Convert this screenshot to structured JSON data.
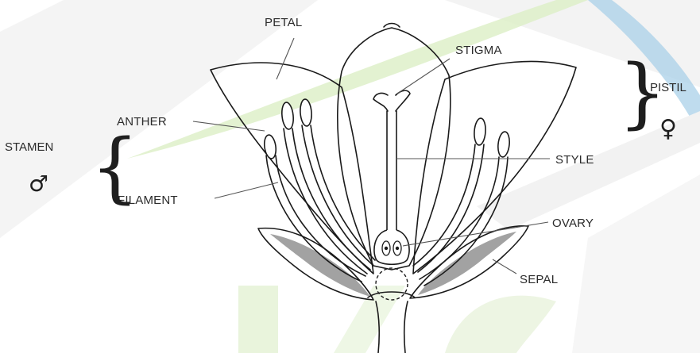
{
  "diagram": {
    "labels": {
      "petal": "PETAL",
      "stigma": "STIGMA",
      "pistil": "PISTIL",
      "stamen": "STAMEN",
      "anther": "ANTHER",
      "filament": "FILAMENT",
      "style": "STYLE",
      "ovary": "OVARY",
      "sepal": "SEPAL"
    },
    "symbols": {
      "male": "♂",
      "female": "♀",
      "brace_left": "{",
      "brace_right": "}"
    },
    "colors": {
      "line": "#1a1a1a",
      "text": "#2b2b2b",
      "watermark_green": "#d6ecbf",
      "watermark_blue": "#9fcbe6",
      "watermark_gray": "#eeeeee"
    }
  }
}
